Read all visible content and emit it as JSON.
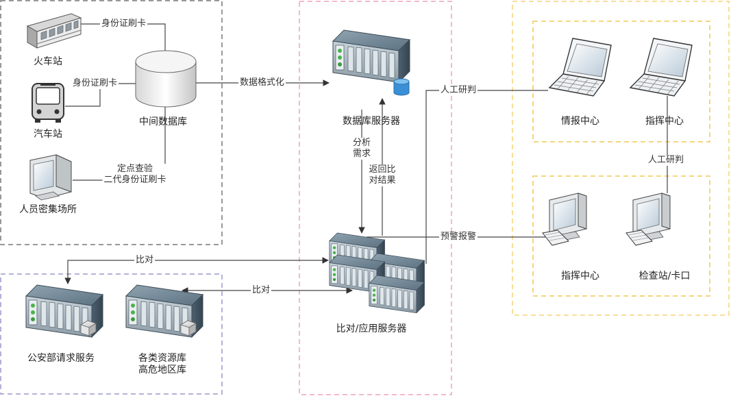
{
  "nodes": {
    "train_station": "火车站",
    "bus_station": "汽车站",
    "crowded_place": "人员密集场所",
    "middle_db": "中间数据库",
    "db_server": "数据库服务器",
    "compare_server": "比对/应用服务器",
    "intel_center": "情报中心",
    "command_center_top": "指挥中心",
    "command_center_bottom": "指挥中心",
    "checkpoint": "检查站/卡口",
    "mps_request": "公安部请求服务",
    "resource_db_line1": "各类资源库",
    "resource_db_line2": "高危地区库"
  },
  "edges": {
    "idcard_train": "身份证刷卡",
    "idcard_bus": "身份证刷卡",
    "checkpoint_line1": "定点查验",
    "checkpoint_line2": "二代身份证刷卡",
    "format": "数据格式化",
    "analysis_line1": "分析",
    "analysis_line2": "需求",
    "return_line1": "返回比",
    "return_line2": "对结果",
    "manual_top": "人工研判",
    "manual_right": "人工研判",
    "alert": "预警报警",
    "compare_mps": "比对",
    "compare_resource": "比对"
  },
  "colors": {
    "group_sources": "#777777",
    "group_servers": "#f0a0c0",
    "group_command_outer": "#f5d37a",
    "group_command_inner": "#f0c850",
    "group_ministry": "#9999cc",
    "line": "#444444"
  },
  "icons": {
    "train": "train-icon",
    "bus": "bus-icon",
    "crt": "crt-monitor-icon",
    "database": "database-cylinder-icon",
    "server": "rack-server-icon",
    "laptop": "laptop-icon",
    "desktop": "desktop-computer-icon"
  }
}
